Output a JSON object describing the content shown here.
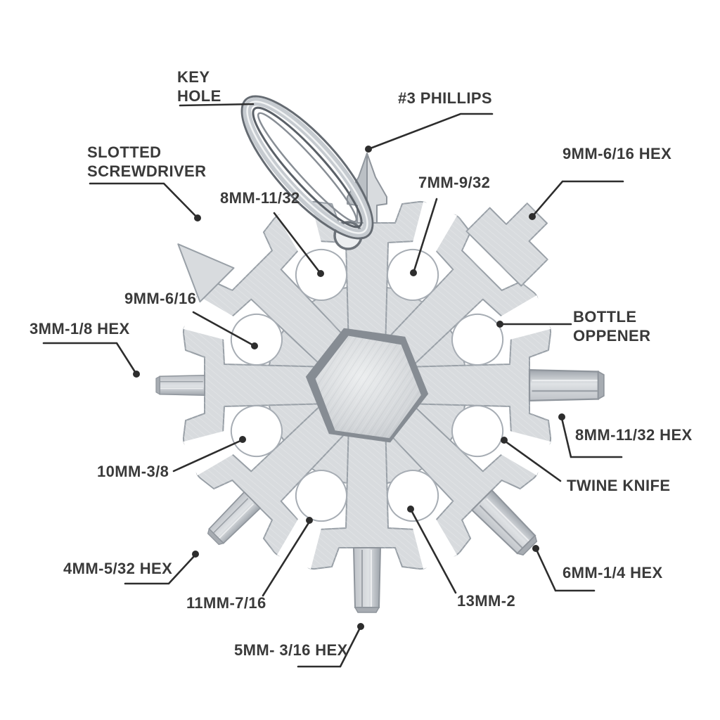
{
  "figure": {
    "type": "labeled-product-diagram",
    "subject": "snowflake multi-tool with keyring",
    "colors": {
      "background": "#ffffff",
      "metal_light": "#dadde0",
      "metal_mid": "#c6c9cd",
      "metal_dark": "#a9aeb4",
      "outline": "#8f959c",
      "leader_line": "#2d2d2d",
      "label_text": "#3a3a3a"
    },
    "labels": [
      {
        "id": "key-hole",
        "lines": [
          "KEY",
          "HOLE"
        ]
      },
      {
        "id": "slotted-screwdriver",
        "lines": [
          "SLOTTED",
          "SCREWDRIVER"
        ]
      },
      {
        "id": "phillips-3",
        "lines": [
          "#3 PHILLIPS"
        ]
      },
      {
        "id": "wrench-8mm-11-32",
        "lines": [
          "8MM-11/32"
        ]
      },
      {
        "id": "wrench-7mm-9-32",
        "lines": [
          "7MM-9/32"
        ]
      },
      {
        "id": "hex-9mm-6-16",
        "lines": [
          "9MM-6/16 HEX"
        ]
      },
      {
        "id": "wrench-9mm-6-16",
        "lines": [
          "9MM-6/16"
        ]
      },
      {
        "id": "hex-3mm-1-8",
        "lines": [
          "3MM-1/8 HEX"
        ]
      },
      {
        "id": "bottle-opener",
        "lines": [
          "BOTTLE",
          "OPPENER"
        ]
      },
      {
        "id": "wrench-10mm-3-8",
        "lines": [
          "10MM-3/8"
        ]
      },
      {
        "id": "hex-8mm-11-32",
        "lines": [
          "8MM-11/32 HEX"
        ]
      },
      {
        "id": "twine-knife",
        "lines": [
          "TWINE KNIFE"
        ]
      },
      {
        "id": "hex-4mm-5-32",
        "lines": [
          "4MM-5/32 HEX"
        ]
      },
      {
        "id": "wrench-11mm-7-16",
        "lines": [
          "11MM-7/16"
        ]
      },
      {
        "id": "hex-6mm-1-4",
        "lines": [
          "6MM-1/4 HEX"
        ]
      },
      {
        "id": "wrench-13mm-2",
        "lines": [
          "13MM-2"
        ]
      },
      {
        "id": "hex-5mm-3-16",
        "lines": [
          "5MM- 3/16 HEX"
        ]
      }
    ]
  }
}
